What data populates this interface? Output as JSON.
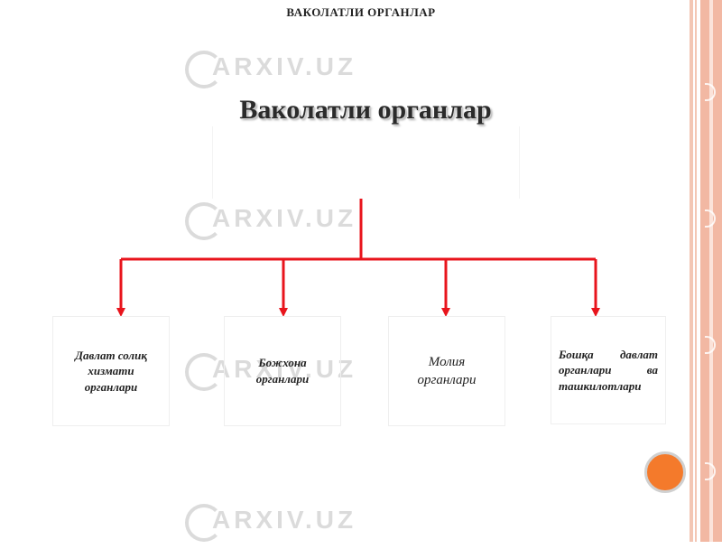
{
  "slide": {
    "title": "ВАКОЛАТЛИ ОРГАНЛАР"
  },
  "diagram": {
    "root": "Ваколатли органлар",
    "children": [
      "Давлат солиқ хизмати органлари",
      "Божхона органлари",
      "Молия органлари",
      "Бошқа давлат органлари ва ташкилотлари"
    ]
  },
  "watermark": {
    "text": "ARXIV.UZ"
  },
  "colors": {
    "arrow": "#e8141c",
    "accent": "#f47a2b",
    "stripe": "#f2b8a3"
  }
}
